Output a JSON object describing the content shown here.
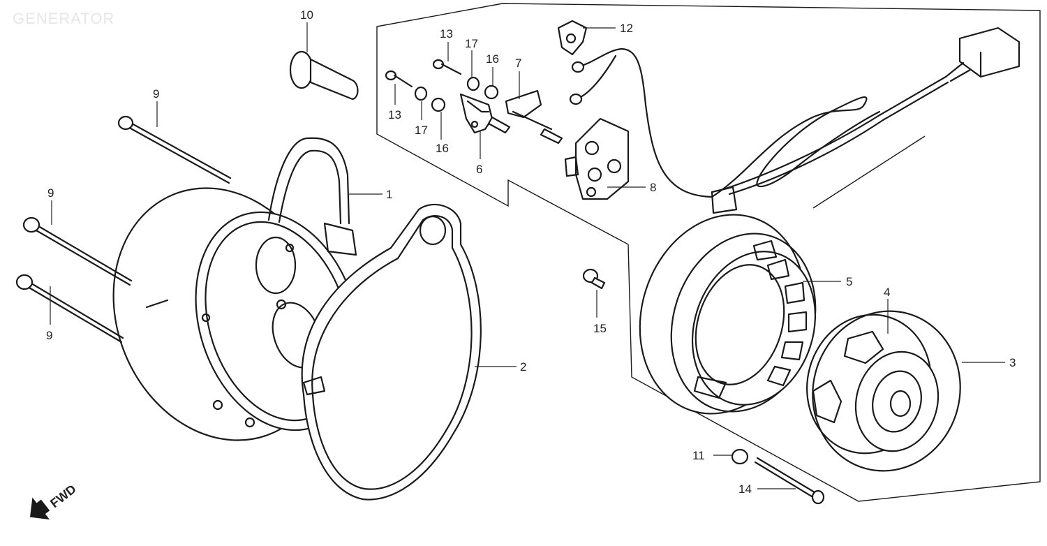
{
  "diagram": {
    "title": "GENERATOR",
    "fwd_label": "FWD",
    "callouts": [
      {
        "id": "c1",
        "label": "1"
      },
      {
        "id": "c2",
        "label": "2"
      },
      {
        "id": "c3",
        "label": "3"
      },
      {
        "id": "c4",
        "label": "4"
      },
      {
        "id": "c5",
        "label": "5"
      },
      {
        "id": "c6",
        "label": "6"
      },
      {
        "id": "c7",
        "label": "7"
      },
      {
        "id": "c8",
        "label": "8"
      },
      {
        "id": "c9a",
        "label": "9"
      },
      {
        "id": "c9b",
        "label": "9"
      },
      {
        "id": "c9c",
        "label": "9"
      },
      {
        "id": "c10",
        "label": "10"
      },
      {
        "id": "c11",
        "label": "11"
      },
      {
        "id": "c12",
        "label": "12"
      },
      {
        "id": "c13a",
        "label": "13"
      },
      {
        "id": "c13b",
        "label": "13"
      },
      {
        "id": "c14",
        "label": "14"
      },
      {
        "id": "c15",
        "label": "15"
      },
      {
        "id": "c16a",
        "label": "16"
      },
      {
        "id": "c16b",
        "label": "16"
      },
      {
        "id": "c17a",
        "label": "17"
      },
      {
        "id": "c17b",
        "label": "17"
      }
    ]
  }
}
